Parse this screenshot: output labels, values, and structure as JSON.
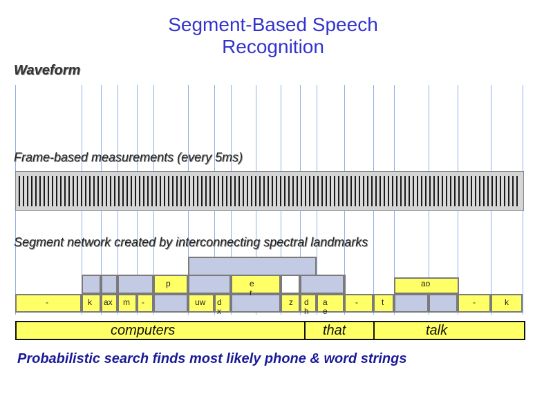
{
  "title": {
    "line1": "Segment-Based Speech",
    "line2": "Recognition"
  },
  "labels": {
    "waveform": "Waveform",
    "frames": "Frame-based measurements (every 5ms)",
    "segment_network": "Segment network created by interconnecting spectral landmarks",
    "search": "Probabilistic search finds most likely phone & word strings"
  },
  "phones": {
    "dash1": "-",
    "k1": "k",
    "ax": "ax",
    "m": "m",
    "dash2": "-",
    "p": "p",
    "uw": "uw",
    "dx_1": "d",
    "dx_2": "x",
    "er_1": "e",
    "er_2": "r",
    "z": "z",
    "dh_1": "d",
    "dh_2": "h",
    "ae_1": "a",
    "ae_2": "e",
    "dash3": "-",
    "t": "t",
    "ao": "ao",
    "dash4": "-",
    "k2": "k"
  },
  "words": {
    "w1": "computers",
    "w2": "that",
    "w3": "talk"
  },
  "colors": {
    "title": "#3333cc",
    "segment_blue": "#c3cbe4",
    "segment_yellow": "#ffff66",
    "landmark_line": "#8fb0e8",
    "search_text": "#1a1a99"
  }
}
